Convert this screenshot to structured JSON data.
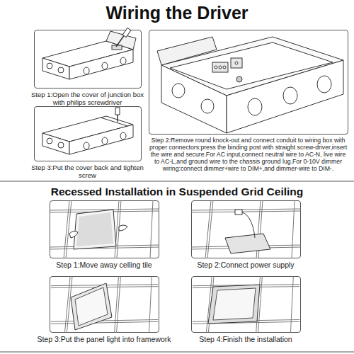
{
  "diagram": {
    "title": "Wiring the Driver",
    "nodes": [
      {
        "text": [
          "Step 1:Open the cover of junction box with philips screwdriver"
        ]
      },
      {
        "text": [
          "Step 2:Remove round knock-out and connect conduit to wiring box with proper connectors:press the binding post with straight screw-driver,insert the wire and secure.For AC input,connect neutral wire to AC-N, live wire to AC-L,and ground wire to the chassis ground lug.For 0-10V dimmer wiring:connect dimmer+wire to DIM+,and dimmer-wire to DIM-."
        ]
      },
      {
        "text": [
          "Step 3:Put the cover back and tighten screw"
        ]
      },
      {
        "text": [
          "Step 1:Move away celling tile"
        ]
      },
      {
        "text": [
          "Step 2:Connect power supply"
        ]
      },
      {
        "text": [
          "Step 3:Put the panel light into framework"
        ]
      },
      {
        "text": [
          "Step 4:Finish the installation"
        ]
      }
    ],
    "labels": [
      "Recessed Installation in Suspended Grid Ceiling"
    ]
  }
}
